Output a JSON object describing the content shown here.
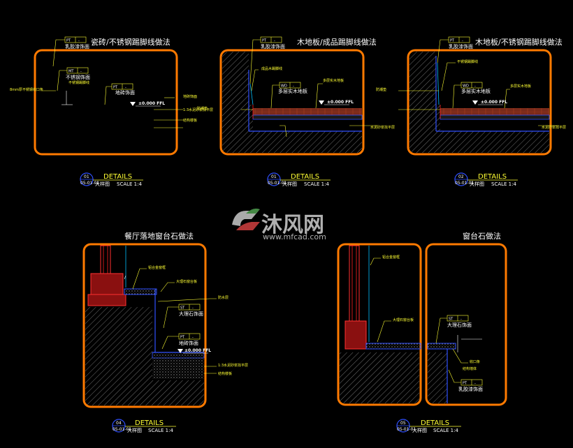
{
  "watermark": {
    "brand": "沐风网",
    "url": "www.mfcad.com"
  },
  "details": [
    {
      "title": "瓷砖/不锈钢踢脚线做法",
      "heading": "DETAILS",
      "bubble_top": "01",
      "bubble_bottom": "05-01-01",
      "scale_label": "大样图",
      "scale_text": "SCALE  1:4",
      "level": "±0.000 FFL",
      "tags": [
        {
          "code": "PT",
          "num": "-",
          "label": "乳胶漆饰面"
        },
        {
          "code": "MT",
          "num": "-",
          "label": "不锈钢饰面"
        },
        {
          "code": "PT",
          "num": "-",
          "label": "地砖饰面"
        }
      ],
      "notes": [
        "8mm厚不锈钢收口条",
        "不锈钢踢脚线",
        "地砖饰面",
        "1:3水泥砂浆找平层",
        "结构楼板"
      ]
    },
    {
      "title": "木地板/成品踢脚线做法",
      "heading": "DETAILS",
      "bubble_top": "01",
      "bubble_bottom": "05-01-01",
      "scale_label": "大样图",
      "scale_text": "SCALE  1:4",
      "level": "±0.000 FFL",
      "tags": [
        {
          "code": "PT",
          "num": "-",
          "label": "乳胶漆饰面"
        },
        {
          "code": "WD",
          "num": "-",
          "label": "多层实木地板"
        }
      ],
      "notes": [
        "成品木踢脚线",
        "多层实木地板",
        "防潮垫",
        "水泥砂浆找平层"
      ]
    },
    {
      "title": "木地板/不锈钢踢脚线做法",
      "heading": "DETAILS",
      "bubble_top": "02",
      "bubble_bottom": "05-01-01",
      "scale_label": "大样图",
      "scale_text": "SCALE  1:4",
      "level": "±0.000 FFL",
      "tags": [
        {
          "code": "PT",
          "num": "-",
          "label": "乳胶漆饰面"
        },
        {
          "code": "WD",
          "num": "-",
          "label": "多层实木地板"
        }
      ],
      "notes": [
        "不锈钢踢脚线",
        "多层实木地板",
        "防潮垫",
        "水泥砂浆找平层"
      ]
    },
    {
      "title": "餐厅落地窗台石做法",
      "heading": "DETAILS",
      "bubble_top": "04",
      "bubble_bottom": "05-01-01",
      "scale_label": "大样图",
      "scale_text": "SCALE  1:4",
      "level": "±0.000 FFL",
      "tags": [
        {
          "code": "ST",
          "num": "-",
          "label": "大理石饰面"
        },
        {
          "code": "PT",
          "num": "-",
          "label": "地砖饰面"
        }
      ],
      "notes": [
        "铝合金窗框",
        "大理石窗台板",
        "防水层",
        "1:3水泥砂浆找平层",
        "结构楼板"
      ]
    },
    {
      "title": "窗台石做法",
      "heading": "DETAILS",
      "bubble_top": "05",
      "bubble_bottom": "05-01-01",
      "scale_label": "大样图",
      "scale_text": "SCALE  1:4",
      "level": "",
      "tags": [
        {
          "code": "ST",
          "num": "-",
          "label": "大理石饰面"
        },
        {
          "code": "PT",
          "num": "-",
          "label": "乳胶漆饰面"
        }
      ],
      "notes": [
        "铝合金窗框",
        "大理石窗台板",
        "收口条",
        "结构墙体"
      ]
    }
  ]
}
